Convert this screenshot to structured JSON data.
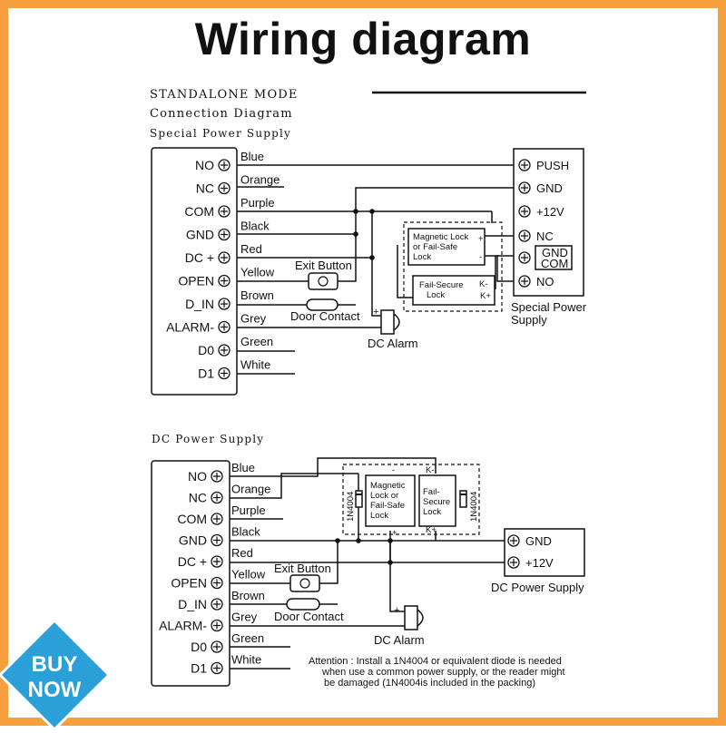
{
  "title": "Wiring diagram",
  "standalone": {
    "mode": "STANDALONE MODE",
    "connection": "Connection Diagram",
    "supply_heading": "Special Power Supply"
  },
  "controller_terminals": [
    "NO",
    "NC",
    "COM",
    "GND",
    "DC +",
    "OPEN",
    "D_IN",
    "ALARM-",
    "D0",
    "D1"
  ],
  "wire_colors": [
    "Blue",
    "Orange",
    "Purple",
    "Black",
    "Red",
    "Yellow",
    "Brown",
    "Grey",
    "Green",
    "White"
  ],
  "top": {
    "psu_terminals": [
      "PUSH",
      "GND",
      "+12V",
      "NC",
      "GND\nCOM",
      "NO"
    ],
    "psu_gnd_com": [
      "GND",
      "COM"
    ],
    "psu_label": [
      "Special Power",
      "Supply"
    ],
    "maglock": [
      "Magnetic Lock",
      "or Fail-Safe",
      "Lock"
    ],
    "failsecure": [
      "Fail-Secure",
      "Lock"
    ],
    "exit_button": "Exit Button",
    "door_contact": "Door Contact",
    "alarm": "DC Alarm",
    "plus": "+",
    "minus": "-",
    "k_minus": "K-",
    "k_plus": "K+"
  },
  "bottom": {
    "supply_heading": "DC Power Supply",
    "psu_terminals": [
      "GND",
      "+12V"
    ],
    "psu_label": "DC Power Supply",
    "maglock": [
      "Magnetic",
      "Lock or",
      "Fail-Safe",
      "Lock"
    ],
    "failsecure": [
      "Fail-",
      "Secure",
      "Lock"
    ],
    "diode": "1N4004",
    "exit_button": "Exit Button",
    "door_contact": "Door Contact",
    "alarm": "DC  Alarm",
    "plus": "+",
    "minus": "-",
    "k_minus": "K-",
    "k_plus": "K+",
    "attention": [
      "Attention : Install a 1N4004 or equivalent diode is needed",
      "when use a common power supply, or the reader might",
      "be damaged (1N4004is included in the packing)"
    ]
  },
  "badge": [
    "BUY",
    "NOW"
  ],
  "colors": {
    "frame": "#f5a03c",
    "badge": "#2a9fd8",
    "ink": "#111111"
  }
}
